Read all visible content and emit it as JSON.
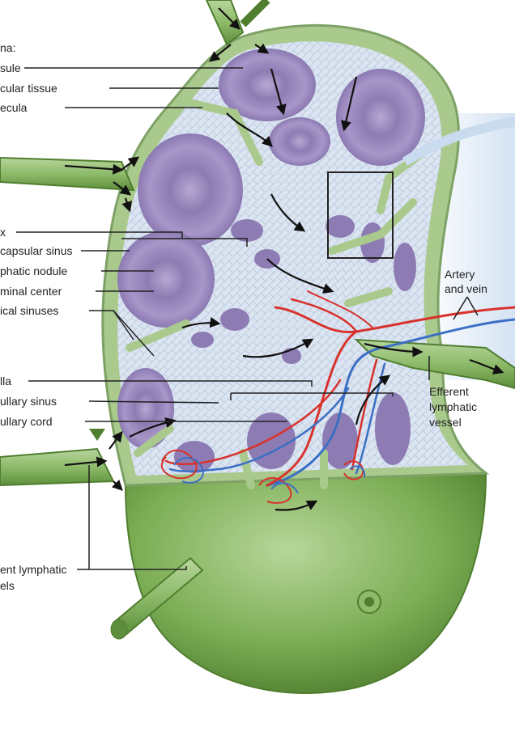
{
  "labels": {
    "stroma_header": "na:",
    "capsule": "sule",
    "reticular_tissue": "cular tissue",
    "trabecula": "ecula",
    "cortex": "x",
    "subcapsular_sinus": "capsular sinus",
    "lymphatic_nodule": "phatic nodule",
    "germinal_center": "minal center",
    "cortical_sinuses": "ical sinuses",
    "medulla": "lla",
    "medullary_sinus": "ullary sinus",
    "medullary_cord": "ullary cord",
    "afferent_line1": "ent lymphatic",
    "afferent_line2": "els",
    "artery_line1": "Artery",
    "artery_line2": "and vein",
    "efferent_line1": "Efferent",
    "efferent_line2": "lymphatic",
    "efferent_line3": "vessel"
  },
  "colors": {
    "capsule_green": "#a9c98d",
    "capsule_dark": "#7ea266",
    "tissue_blue": "#d9e2f0",
    "nodule_purple": "#8d7cb3",
    "nodule_light": "#b7a8d3",
    "artery_red": "#d8322c",
    "vein_blue": "#3b6fc4",
    "hilum_green": "#7cae55",
    "hilum_dark": "#4f7e2f",
    "leader_line": "#222222"
  }
}
